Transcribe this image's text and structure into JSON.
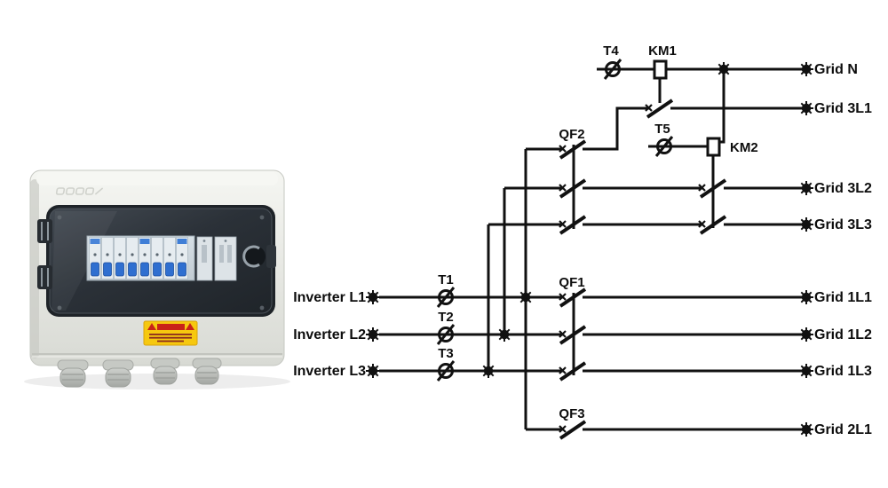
{
  "diagram": {
    "inputs": [
      "Inverter L1",
      "Inverter L2",
      "Inverter L3"
    ],
    "outputs": [
      "Grid N",
      "Grid 3L1",
      "Grid 3L2",
      "Grid 3L3",
      "Grid 1L1",
      "Grid 1L2",
      "Grid 1L3",
      "Grid 2L1"
    ],
    "components": {
      "t1": "T1",
      "t2": "T2",
      "t3": "T3",
      "t4": "T4",
      "t5": "T5",
      "qf1": "QF1",
      "qf2": "QF2",
      "qf3": "QF3",
      "km1": "KM1",
      "km2": "KM2"
    },
    "line_color": "#111111"
  },
  "photo": {
    "colors": {
      "body": "#e7e8e3",
      "window": "#262b31",
      "panel": "#cdd6dc",
      "breaker_blue": "#2f6fd0",
      "warning_yellow": "#f6c80f",
      "gland_gray": "#b9bdb8"
    }
  }
}
